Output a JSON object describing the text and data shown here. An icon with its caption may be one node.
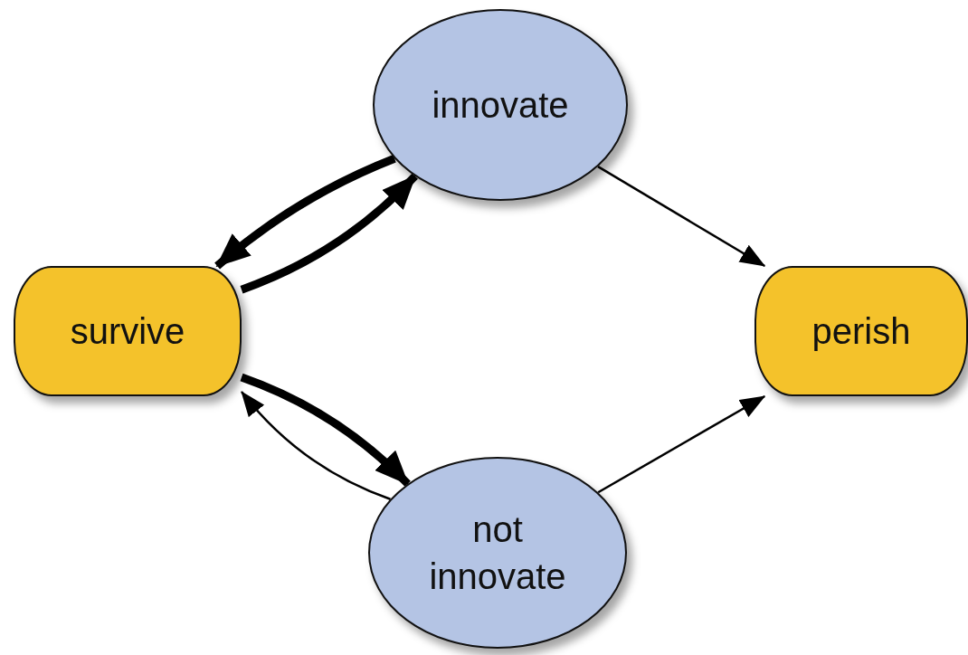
{
  "diagram": {
    "nodes": [
      {
        "text": [
          "innovate"
        ]
      },
      {
        "text": [
          "survive"
        ]
      },
      {
        "text": [
          "perish"
        ]
      },
      {
        "text": [
          "not innovate"
        ]
      }
    ],
    "edges": [
      {
        "from": 0,
        "to": 1,
        "arrow": "to",
        "style": "thick"
      },
      {
        "from": 1,
        "to": 0,
        "arrow": "to",
        "style": "thick"
      },
      {
        "from": 0,
        "to": 2,
        "arrow": "to"
      },
      {
        "from": 1,
        "to": 3,
        "arrow": "to",
        "style": "thick"
      },
      {
        "from": 3,
        "to": 1,
        "arrow": "to"
      },
      {
        "from": 3,
        "to": 2,
        "arrow": "to"
      }
    ]
  }
}
